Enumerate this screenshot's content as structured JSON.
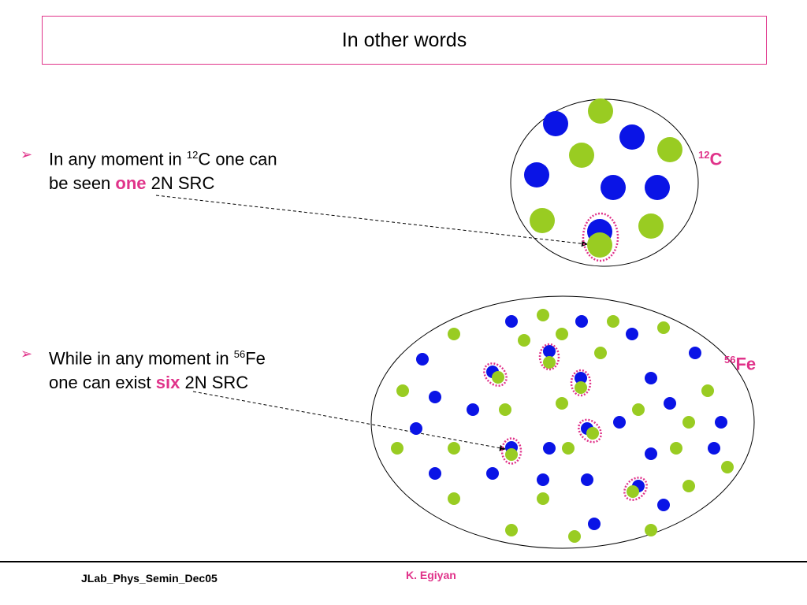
{
  "title": "In other words",
  "bullets": [
    {
      "pre": "In any moment in ",
      "iso_mass": "12",
      "iso_symbol": "C one can",
      "line2_pre": "be seen ",
      "highlight": "one",
      "post": " 2N SRC"
    },
    {
      "pre": "While in any moment in ",
      "iso_mass": "56",
      "iso_symbol": "Fe",
      "line2_pre": "one can exist ",
      "highlight": "six",
      "post": " 2N SRC"
    }
  ],
  "nuclei": {
    "carbon": {
      "mass": "12",
      "symbol": "C"
    },
    "iron": {
      "mass": "56",
      "symbol": "Fe"
    }
  },
  "colors": {
    "proton": "#0a14e6",
    "neutron": "#99cc22",
    "accent": "#e0338a"
  },
  "footer": {
    "left": "JLab_Phys_Semin_Dec05",
    "right": "K. Egiyan"
  }
}
